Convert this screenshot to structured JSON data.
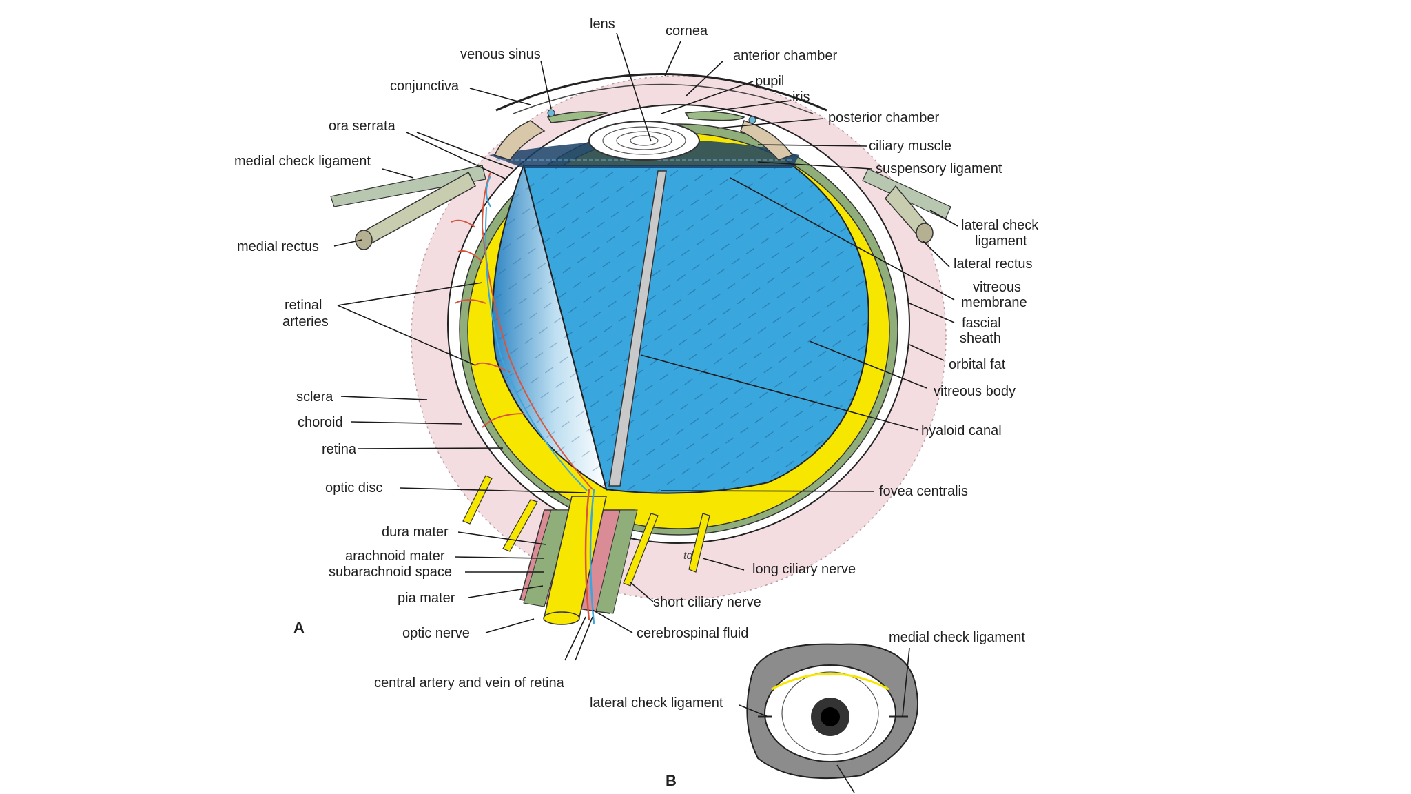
{
  "panel_a": "A",
  "panel_b": "B",
  "labels": {
    "lens": "lens",
    "cornea": "cornea",
    "venous_sinus": "venous sinus",
    "anterior_chamber": "anterior chamber",
    "conjunctiva": "conjunctiva",
    "pupil": "pupil",
    "iris": "iris",
    "ora_serrata": "ora serrata",
    "posterior_chamber": "posterior chamber",
    "ciliary_muscle": "ciliary muscle",
    "medial_check_ligament": "medial check ligament",
    "suspensory_ligament": "suspensory ligament",
    "lateral_check_ligament_1": "lateral check",
    "lateral_check_ligament_2": "ligament",
    "medial_rectus": "medial rectus",
    "lateral_rectus": "lateral rectus",
    "vitreous_membrane_1": "vitreous",
    "vitreous_membrane_2": "membrane",
    "retinal_arteries_1": "retinal",
    "retinal_arteries_2": "arteries",
    "fascial_sheath_1": "fascial",
    "fascial_sheath_2": "sheath",
    "orbital_fat": "orbital fat",
    "vitreous_body": "vitreous body",
    "sclera": "sclera",
    "choroid": "choroid",
    "hyaloid_canal": "hyaloid canal",
    "retina": "retina",
    "optic_disc": "optic disc",
    "fovea_centralis": "fovea centralis",
    "dura_mater": "dura mater",
    "arachnoid_mater": "arachnoid mater",
    "subarachnoid_space": "subarachnoid space",
    "long_ciliary_nerve": "long ciliary nerve",
    "pia_mater": "pia mater",
    "short_ciliary_nerve": "short ciliary nerve",
    "optic_nerve": "optic nerve",
    "cerebrospinal_fluid": "cerebrospinal fluid",
    "central_artery_vein": "central artery and vein of retina",
    "b_medial_check_ligament": "medial check ligament",
    "b_lateral_check_ligament": "lateral check ligament",
    "artist_initials": "td"
  },
  "colors": {
    "vitreous": "#3aa6de",
    "retina": "#f7e600",
    "choroid": "#8fae7a",
    "sclera": "#ffffff",
    "orbital_fat": "#f2d9de",
    "nerve_sheath": "#d98c95",
    "leader": "#1a1a1a"
  }
}
